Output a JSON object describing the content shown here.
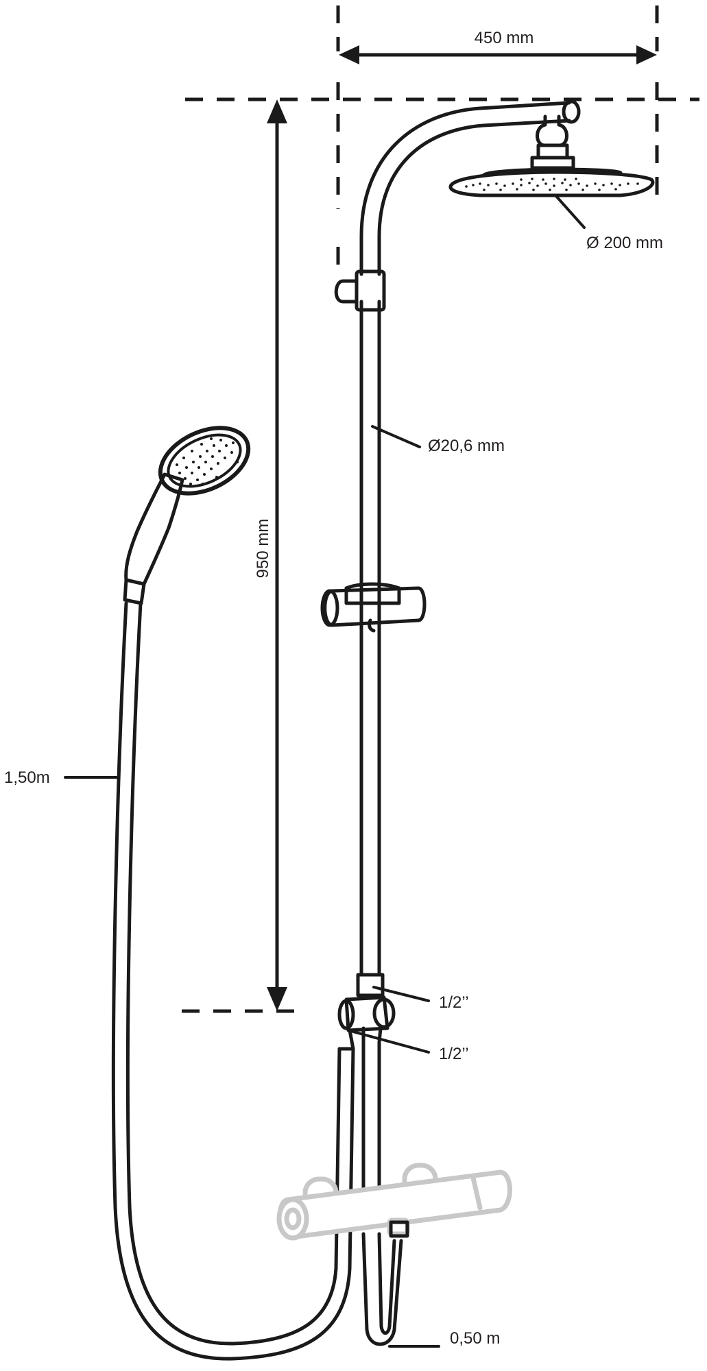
{
  "dimensions": {
    "width_label": "450 mm",
    "height_label": "950 mm",
    "head_diameter_label": "Ø 200 mm",
    "rail_diameter_label": "Ø20,6 mm",
    "hose_length_label": "1,50m",
    "upper_connection_label": "1/2’’",
    "lower_connection_label": "1/2’’",
    "short_hose_label": "0,50 m"
  },
  "colors": {
    "ink": "#1a1a1a",
    "mixer_ghost": "#c8c8c8",
    "background": "#ffffff"
  }
}
